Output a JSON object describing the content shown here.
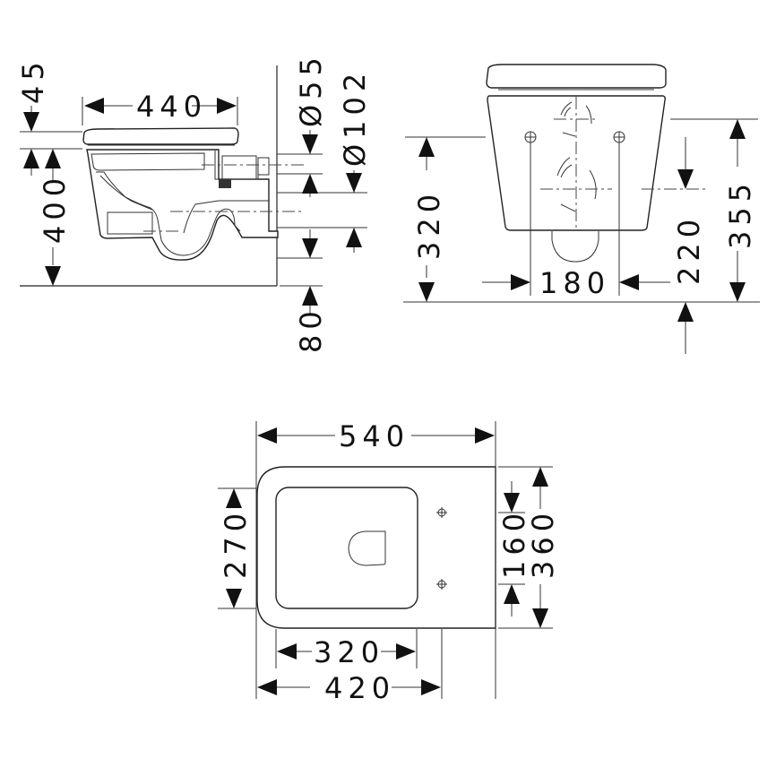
{
  "drawing": {
    "subject": "Wall-hung toilet dimensional drawing",
    "units": "mm",
    "colors": {
      "line": "#222222",
      "background": "#ffffff"
    }
  },
  "side_view": {
    "dimensions": {
      "seat_thickness": "45",
      "length": "440",
      "height_to_floor": "400",
      "inlet_diameter": "Ø55",
      "outlet_diameter": "Ø102",
      "bottom_clearance": "80"
    }
  },
  "front_view": {
    "dimensions": {
      "fixing_height": "320",
      "fixing_spacing": "180",
      "outlet_height": "220",
      "inlet_height": "355"
    }
  },
  "top_view": {
    "dimensions": {
      "overall_length": "540",
      "bowl_opening_width": "270",
      "fixing_spacing": "160",
      "overall_width": "360",
      "bowl_opening_length": "320",
      "fixing_distance": "420"
    }
  }
}
